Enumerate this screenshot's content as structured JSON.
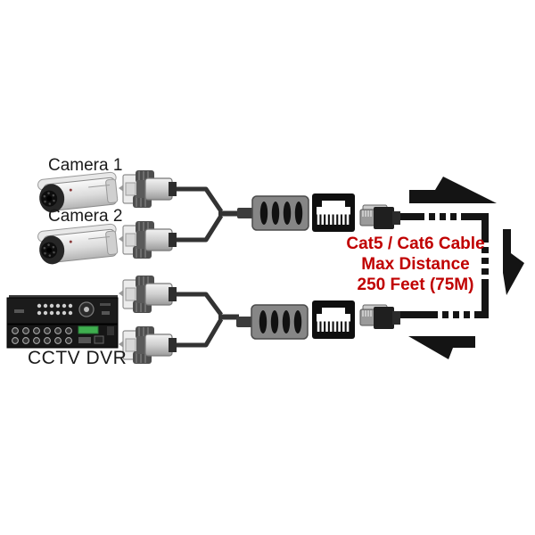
{
  "title": "CCTV over Cat5/Cat6 balun wiring diagram",
  "palette": {
    "background": "#ffffff",
    "accent_red": "#c00000",
    "cable_black": "#141414",
    "balun_gray": "#868686",
    "camera_silver": "#e8e8e8"
  },
  "labels": {
    "camera1": "Camera 1",
    "camera2": "Camera 2",
    "dvr": "CCTV DVR"
  },
  "cable_note": {
    "line1": "Cat5 / Cat6 Cable",
    "line2": "Max Distance",
    "line3": "250 Feet (75M)"
  },
  "icons": {
    "camera1": "bullet-camera-icon",
    "camera2": "bullet-camera-icon",
    "dvr": "dvr-unit-icon",
    "bnc": "bnc-connector-icon",
    "balun": "video-balun-icon",
    "rj45_jack": "rj45-jack-icon",
    "rj45_plug": "rj45-plug-icon",
    "arrow_top": "arrow-right-icon",
    "arrow_side": "arrow-down-icon",
    "arrow_bottom": "arrow-left-icon",
    "cable": "dashed-cat5-cable-line"
  }
}
